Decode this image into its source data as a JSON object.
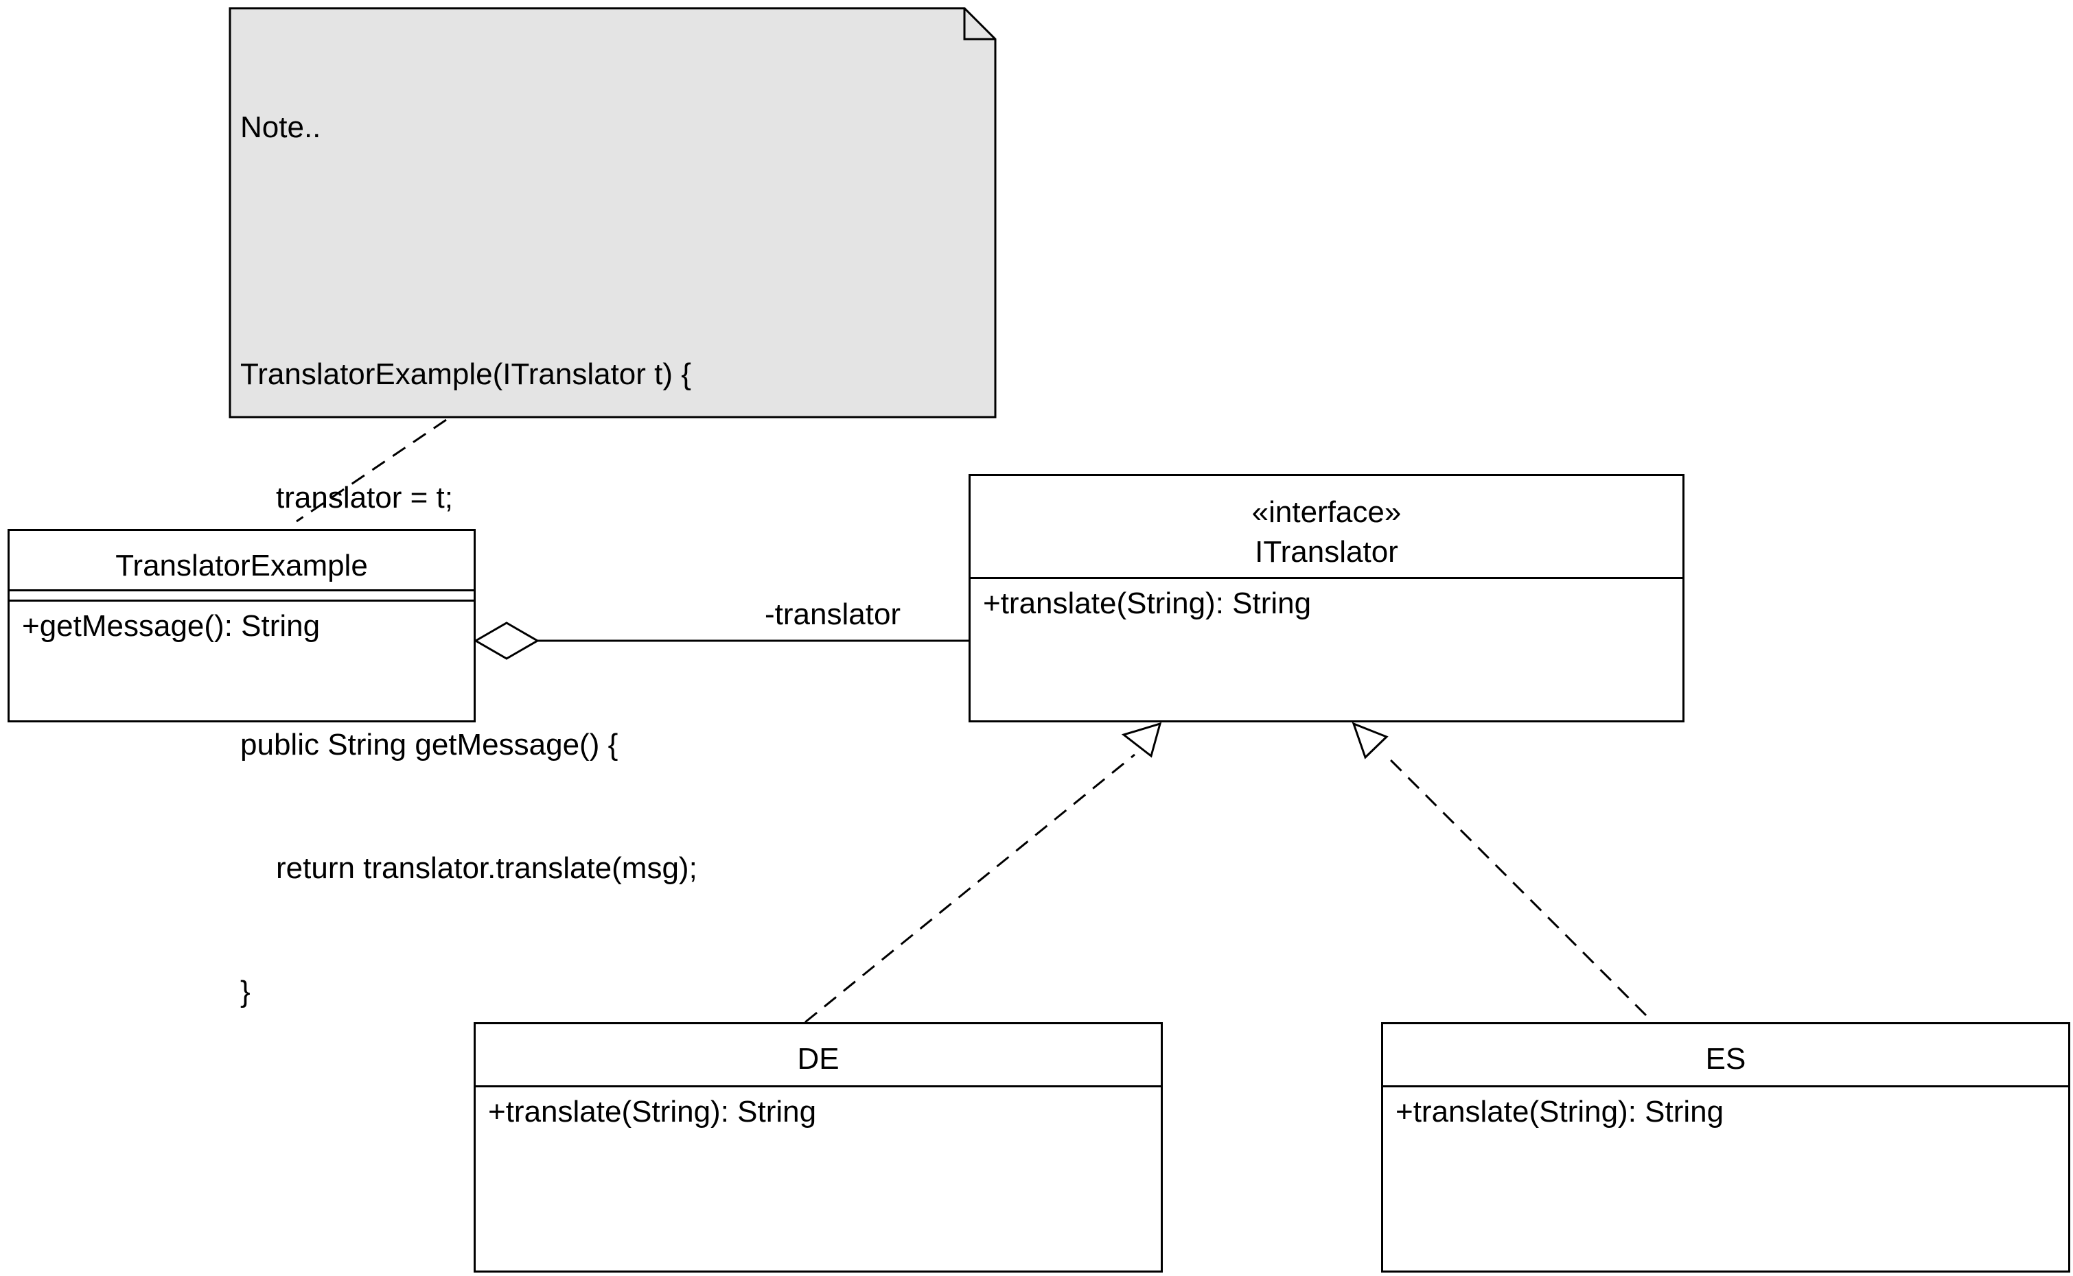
{
  "note": {
    "lines": [
      {
        "text": "Note..",
        "indent": false
      },
      {
        "text": "",
        "indent": false
      },
      {
        "text": "TranslatorExample(ITranslator t) {",
        "indent": false
      },
      {
        "text": "translator = t;",
        "indent": true
      },
      {
        "text": "}",
        "indent": false
      },
      {
        "text": "public String getMessage() {",
        "indent": false
      },
      {
        "text": "return translator.translate(msg);",
        "indent": true
      },
      {
        "text": "}",
        "indent": false
      }
    ]
  },
  "classes": {
    "translator_example": {
      "name": "TranslatorExample",
      "operations": [
        "+getMessage(): String"
      ]
    },
    "itranslator": {
      "stereotype": "«interface»",
      "name": "ITranslator",
      "operations": [
        "+translate(String): String"
      ]
    },
    "de": {
      "name": "DE",
      "operations": [
        "+translate(String): String"
      ]
    },
    "es": {
      "name": "ES",
      "operations": [
        "+translate(String): String"
      ]
    }
  },
  "associations": {
    "aggregation_role": "-translator"
  },
  "colors": {
    "note_fill": "#e4e4e4",
    "stroke": "#000000",
    "box_fill": "#ffffff"
  }
}
